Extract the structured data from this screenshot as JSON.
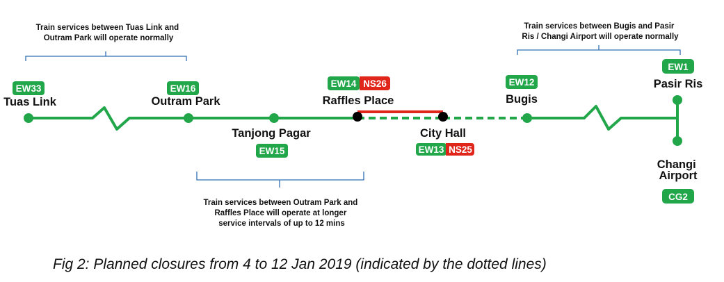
{
  "colors": {
    "ew_line": "#22a64a",
    "ns_line": "#e0251b",
    "bracket": "#2f6fb2",
    "interchange": "#000000",
    "text": "#111111"
  },
  "notes": {
    "west": [
      "Train services between Tuas Link and",
      "Outram Park will operate normally"
    ],
    "east": [
      "Train services between Bugis and Pasir",
      "Ris / Changi Airport will operate normally"
    ],
    "middle": [
      "Train services between Outram Park and",
      "Raffles Place will operate at longer",
      "service intervals of up to 12 mins"
    ]
  },
  "stations": {
    "tuas_link": {
      "name": "Tuas Link",
      "codes": [
        {
          "text": "EW33",
          "line": "ew"
        }
      ]
    },
    "outram_park": {
      "name": "Outram Park",
      "codes": [
        {
          "text": "EW16",
          "line": "ew"
        }
      ]
    },
    "tanjong_pagar": {
      "name": "Tanjong Pagar",
      "codes": [
        {
          "text": "EW15",
          "line": "ew"
        }
      ]
    },
    "raffles_place": {
      "name": "Raffles Place",
      "codes": [
        {
          "text": "EW14",
          "line": "ew"
        },
        {
          "text": "NS26",
          "line": "ns"
        }
      ]
    },
    "city_hall": {
      "name": "City Hall",
      "codes": [
        {
          "text": "EW13",
          "line": "ew"
        },
        {
          "text": "NS25",
          "line": "ns"
        }
      ]
    },
    "bugis": {
      "name": "Bugis",
      "codes": [
        {
          "text": "EW12",
          "line": "ew"
        }
      ]
    },
    "pasir_ris": {
      "name": "Pasir Ris",
      "codes": [
        {
          "text": "EW1",
          "line": "ew"
        }
      ]
    },
    "changi_airport": {
      "name_lines": [
        "Changi",
        "Airport"
      ],
      "codes": [
        {
          "text": "CG2",
          "line": "ew"
        }
      ]
    }
  },
  "caption": "Fig 2: Planned closures from 4 to 12 Jan 2019 (indicated by the dotted lines)"
}
